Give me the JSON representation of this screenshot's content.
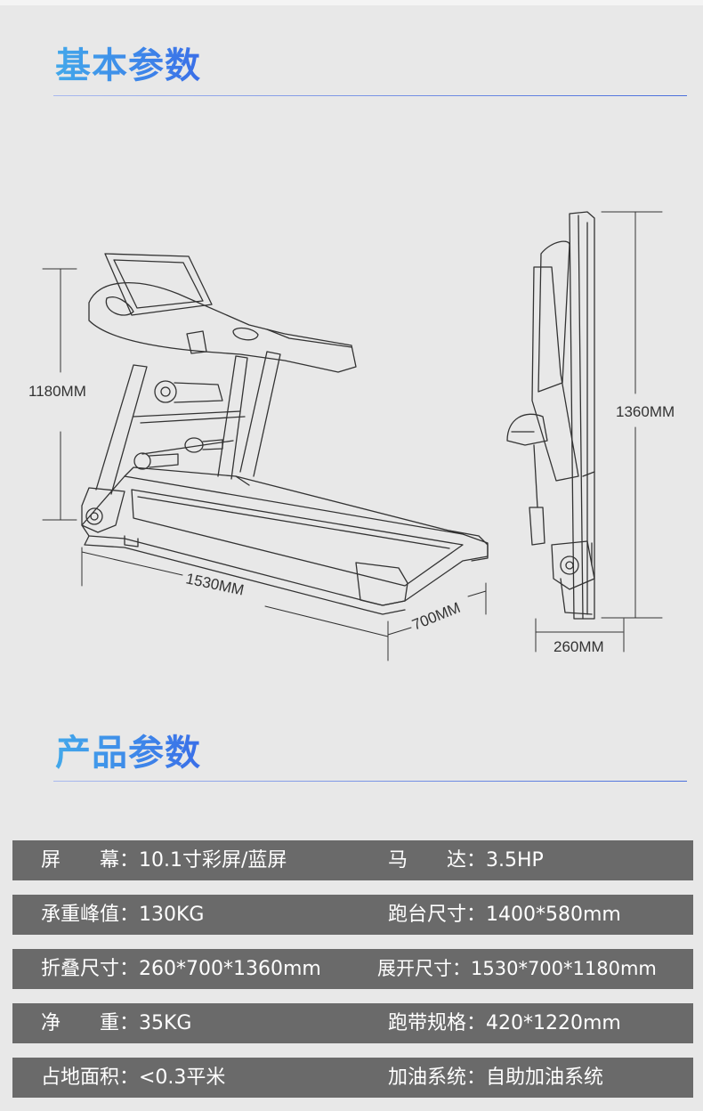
{
  "sections": {
    "basic_title": "基本参数",
    "product_title": "产品参数"
  },
  "dimensions": {
    "height": "1180MM",
    "length": "1530MM",
    "width": "700MM",
    "folded_height": "1360MM",
    "folded_depth": "260MM"
  },
  "specs": [
    {
      "left": "屏　　幕：10.1寸彩屏/蓝屏",
      "right": "马　　达：3.5HP"
    },
    {
      "left": "承重峰值：130KG",
      "right": "跑台尺寸：1400*580mm"
    },
    {
      "left": "折叠尺寸：260*700*1360mm",
      "right": "展开尺寸：1530*700*1180mm"
    },
    {
      "left": "净　　重：35KG",
      "right": "跑带规格：420*1220mm"
    },
    {
      "left": "占地面积：<0.3平米",
      "right": "加油系统：自助加油系统"
    }
  ],
  "colors": {
    "title_gradient": [
      "#42a8ea",
      "#3a6ee8"
    ],
    "row_background": "#6a6a6a",
    "page_background": "#e8e8e8"
  }
}
